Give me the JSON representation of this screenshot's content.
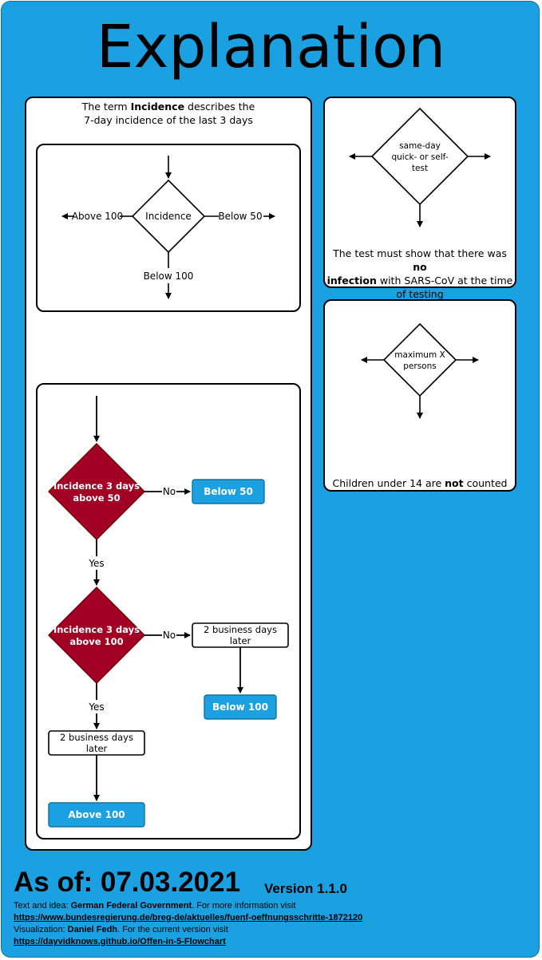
{
  "title": "Explanation",
  "incidence_note": {
    "prefix": "The term ",
    "bold": "Incidence",
    "suffix": " describes the",
    "line2": "7-day incidence of the last 3 days"
  },
  "incidence_box": {
    "diamond": "Incidence",
    "left": "Above 100",
    "right": "Below 50",
    "bottom": "Below 100"
  },
  "test_box": {
    "diamond_lines": [
      "same-day",
      "quick- or self-",
      "test"
    ],
    "note_part1": "The test must show that there was ",
    "note_bold1": "no",
    "note_bold2": "infection",
    "note_part2": " with SARS-CoV at the time",
    "note_line3": "of testing"
  },
  "persons_box": {
    "diamond_lines": [
      "maximum X",
      "persons"
    ],
    "note_prefix": "Children under 14 are ",
    "note_bold": "not",
    "note_suffix": " counted"
  },
  "flow": {
    "decision1_lines": [
      "Incidence 3 days",
      "above 50"
    ],
    "decision2_lines": [
      "Incidence 3 days",
      "above 100"
    ],
    "no_label": "No",
    "yes_label": "Yes",
    "result_below50": "Below 50",
    "result_below100": "Below 100",
    "result_above100": "Above 100",
    "wait_lines": [
      "2 business days",
      "later"
    ]
  },
  "footer": {
    "asof": "As of: 07.03.2021",
    "version": "Version 1.1.0",
    "line1_prefix": "Text and idea: ",
    "line1_bold": "German Federal Government",
    "line1_suffix": ". For more information visit",
    "link1": "https://www.bundesregierung.de/breg-de/aktuelles/fuenf-oeffnungsschritte-1872120",
    "line3_prefix": "Visualization: ",
    "line3_bold": "Daniel Fedh",
    "line3_suffix": ". For the current version visit",
    "link2": "https://dayvidknows.github.io/Offen-in-5-Flowchart"
  },
  "colors": {
    "background": "#1ba1e2",
    "decision": "#a20025",
    "result": "#1ba1e2"
  }
}
